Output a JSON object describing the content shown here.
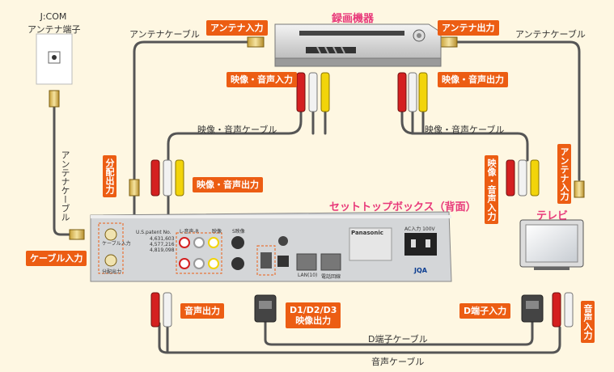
{
  "wall": {
    "label_line1": "J:COM",
    "label_line2": "アンテナ端子"
  },
  "recorder": {
    "title": "録画機器"
  },
  "stb": {
    "title": "セットトップボックス（背面）"
  },
  "tv": {
    "title": "テレビ"
  },
  "cables": {
    "antenna_left": "アンテナケーブル",
    "antenna_right": "アンテナケーブル",
    "antenna_vertical": "アンテナケーブル",
    "av_left": "映像・音声ケーブル",
    "av_right": "映像・音声ケーブル",
    "d_cable": "D端子ケーブル",
    "audio_cable": "音声ケーブル"
  },
  "tags": {
    "antenna_in": "アンテナ入力",
    "antenna_out": "アンテナ出力",
    "rec_av_in": "映像・音声入力",
    "rec_av_out": "映像・音声出力",
    "stb_av_out": "映像・音声出力",
    "splitter_out": "分配出力",
    "cable_in": "ケーブル入力",
    "tv_av_in": "映像・音声入力",
    "tv_antenna_in": "アンテナ入力",
    "audio_out": "音声出力",
    "d_out_line1": "D1/D2/D3",
    "d_out_line2": "映像出力",
    "d_in": "D端子入力",
    "audio_in": "音声入力"
  },
  "panel": {
    "cable_in": "ケーブル入力",
    "split_out": "分配出力",
    "patent": "U.S.patent No.",
    "patent_nums": [
      "4,631,603",
      "4,577,216",
      "4,819,098"
    ],
    "audio_label": "L-音声-R",
    "video_label": "映像",
    "svideo_label": "S映像",
    "lan_label": "LAN(10)",
    "tel_label": "電話回線",
    "ac_label": "AC入力 100V",
    "brand": "Panasonic",
    "cert": "JQA"
  }
}
